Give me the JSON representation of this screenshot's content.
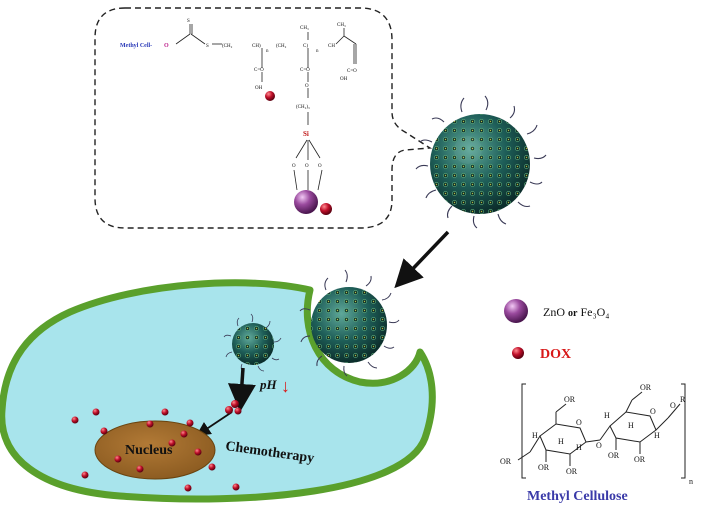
{
  "chem": {
    "s_top": "S",
    "methyl_cell": "Methyl Cell-",
    "o_link": "O",
    "s_left": "S",
    "ch2_a": "(CH₂",
    "ch_a": "CH)",
    "n_a": "n",
    "ch2_b": "(CH₂",
    "c_b": "C)",
    "n_b": "n",
    "ch3_a": "CH₃",
    "ch3_b": "CH₃",
    "ch_c": "CH",
    "cooh": "C=O",
    "co_a": "C=O",
    "oh_a": "OH",
    "co_b": "C=O",
    "o_b": "O",
    "ch2_3": "(CH₂)₃",
    "si": "Si",
    "oh_c": "OH",
    "o1": "O",
    "o2": "O",
    "o3": "O"
  },
  "legend": {
    "zno": "ZnO ",
    "or": "or",
    "fe3o4": " Fe₃O₄",
    "dox": "DOX"
  },
  "cell": {
    "ph": "pH",
    "ph_arrow": "↓",
    "nucleus": "Nucleus",
    "chemotherapy": "Chemotherapy"
  },
  "cellulose": {
    "title": "Methyl Cellulose",
    "or_top_left": "OR",
    "or_top_right": "OR",
    "o_ring_left": "O",
    "o_ring_right": "O",
    "h": "H",
    "or_mid_left": "OR",
    "or_mid_right": "OR",
    "or_left": "OR",
    "o_bridge": "O",
    "r_right": "R",
    "n": "n"
  },
  "colors": {
    "cytoplasm": "#a8e4ec",
    "membrane": "#5aa02c",
    "nucleus": "#a06c2c",
    "nanoparticle": "#1e5e58",
    "dox": "#c0102a",
    "zno": "#8a3f8f",
    "title_blue": "#3a3aa8"
  }
}
